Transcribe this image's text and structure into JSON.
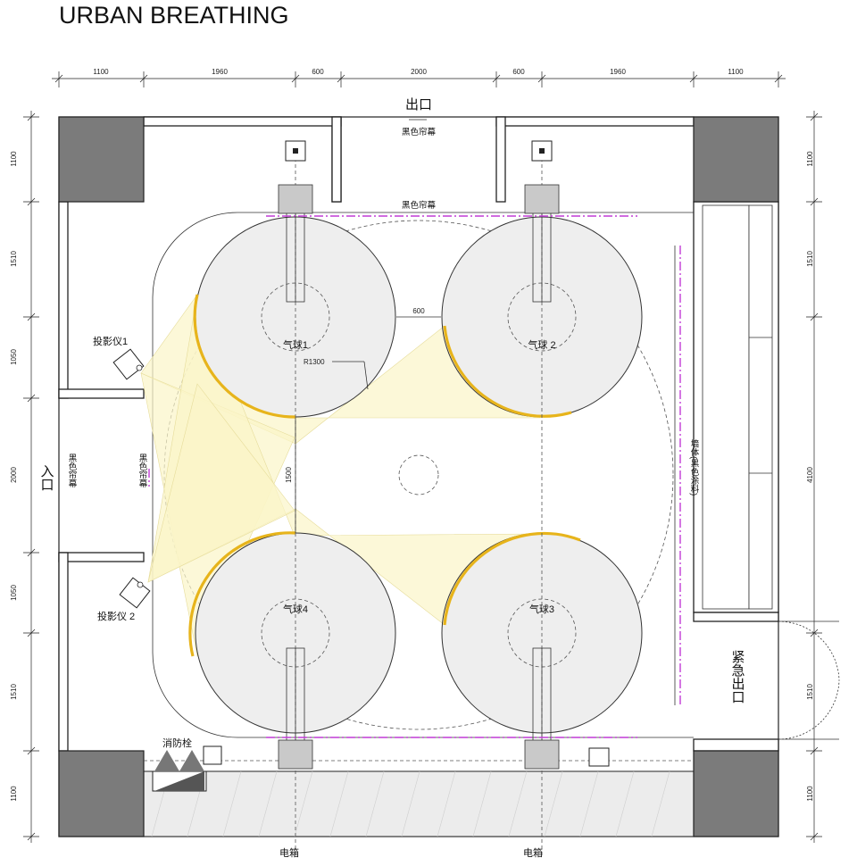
{
  "title": "URBAN BREATHING",
  "dimensions": {
    "top": [
      "1100",
      "1960",
      "600",
      "2000",
      "600",
      "1960",
      "1100"
    ],
    "left": [
      "1100",
      "1510",
      "1050",
      "2000",
      "1050",
      "1510",
      "1100"
    ],
    "right": [
      "1100",
      "1510",
      "4100",
      "1510",
      "1100"
    ]
  },
  "labels": {
    "exit": "出口",
    "entrance": "入口",
    "emergency_exit": "紧急出口",
    "black_curtain": "黑色帘幕",
    "wall_black_paint": "墙体(黑色涂料)",
    "projector_1": "投影仪1",
    "projector_2": "投影仪 2",
    "balloon_1": "气球1",
    "balloon_2": "气球 2",
    "balloon_3": "气球3",
    "balloon_4": "气球4",
    "radius": "R1300",
    "gap_600": "600",
    "gap_1500": "1500",
    "hydrant": "消防栓",
    "electric_box": "电箱"
  },
  "colors": {
    "balloon_fill": "#eeeeee",
    "column": "#7b7b7b",
    "curtain": "#c13bd6",
    "highlight_arc": "#e7b41b",
    "projection_beam": "#fbf5c7"
  }
}
